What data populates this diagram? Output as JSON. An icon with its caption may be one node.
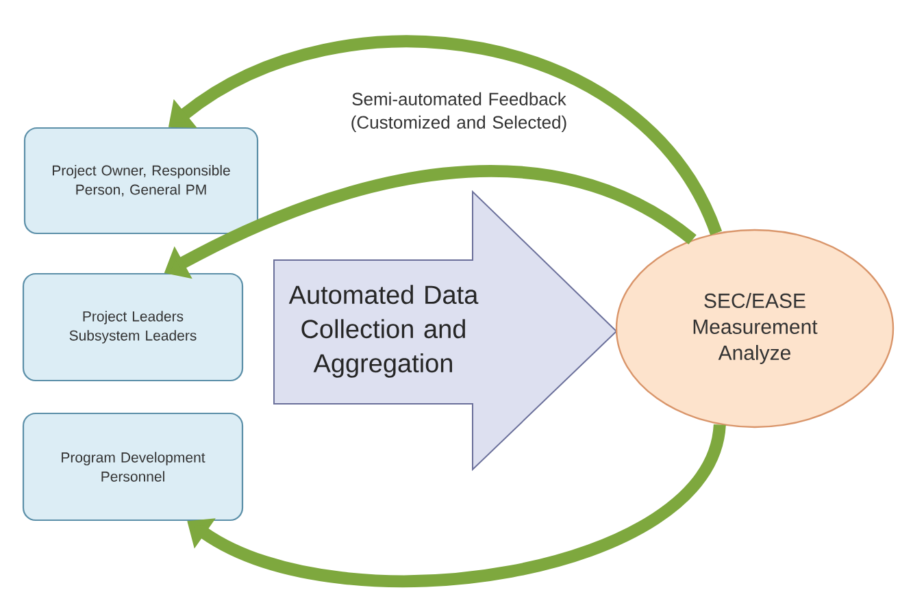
{
  "diagram": {
    "nodes": [
      {
        "text": [
          "Project Owner, Responsible Person, General PM"
        ]
      },
      {
        "text": [
          "Project Leaders Subsystem Leaders"
        ]
      },
      {
        "text": [
          "Program Development Personnel"
        ]
      },
      {
        "text": [
          "Automated Data Collection and Aggregation"
        ]
      },
      {
        "text": [
          "SEC/EASE Measurement Analyze"
        ]
      }
    ],
    "edges": [
      {
        "from": 4,
        "to": 0,
        "arrow": "to",
        "label": "Semi-automated Feedback (Customized and Selected)"
      },
      {
        "from": 4,
        "to": 1,
        "arrow": "to"
      },
      {
        "from": 4,
        "to": 2,
        "arrow": "to"
      },
      {
        "from": 1,
        "to": 4,
        "arrow": "to"
      }
    ]
  }
}
